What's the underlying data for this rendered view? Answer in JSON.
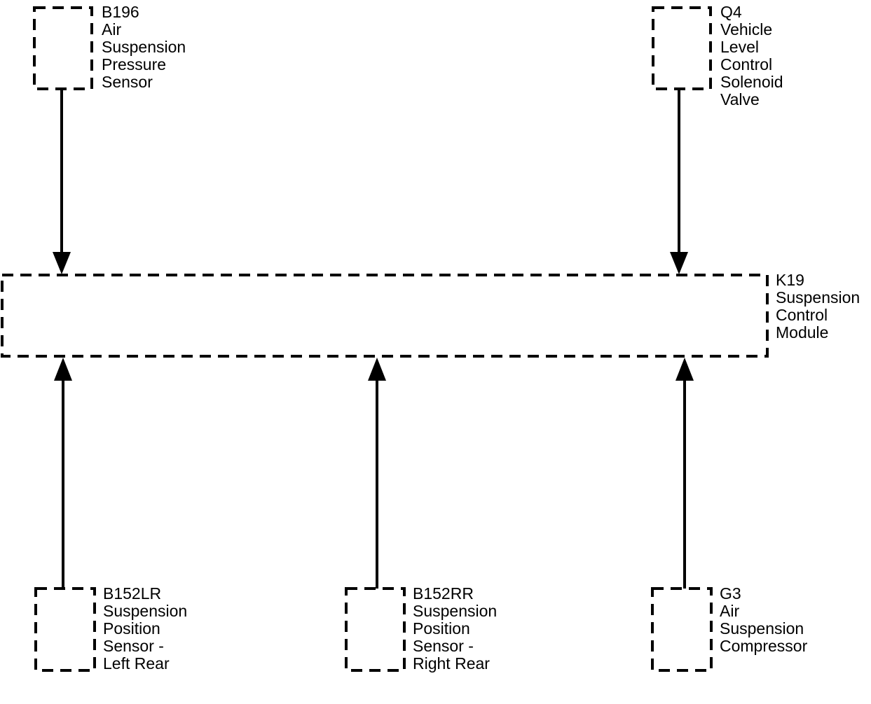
{
  "components": {
    "b196": {
      "id": "B196",
      "name_lines": [
        "Air",
        "Suspension",
        "Pressure",
        "Sensor"
      ]
    },
    "q4": {
      "id": "Q4",
      "name_lines": [
        "Vehicle",
        "Level",
        "Control",
        "Solenoid",
        "Valve"
      ]
    },
    "k19": {
      "id": "K19",
      "name_lines": [
        "Suspension",
        "Control",
        "Module"
      ]
    },
    "b152lr": {
      "id": "B152LR",
      "name_lines": [
        "Suspension",
        "Position",
        "Sensor -",
        "Left Rear"
      ]
    },
    "b152rr": {
      "id": "B152RR",
      "name_lines": [
        "Suspension",
        "Position",
        "Sensor -",
        "Right Rear"
      ]
    },
    "g3": {
      "id": "G3",
      "name_lines": [
        "Air",
        "Suspension",
        "Compressor"
      ]
    }
  },
  "connections": [
    {
      "from": "B196",
      "to": "K19"
    },
    {
      "from": "Q4",
      "to": "K19"
    },
    {
      "from": "B152LR",
      "to": "K19"
    },
    {
      "from": "B152RR",
      "to": "K19"
    },
    {
      "from": "G3",
      "to": "K19"
    }
  ]
}
